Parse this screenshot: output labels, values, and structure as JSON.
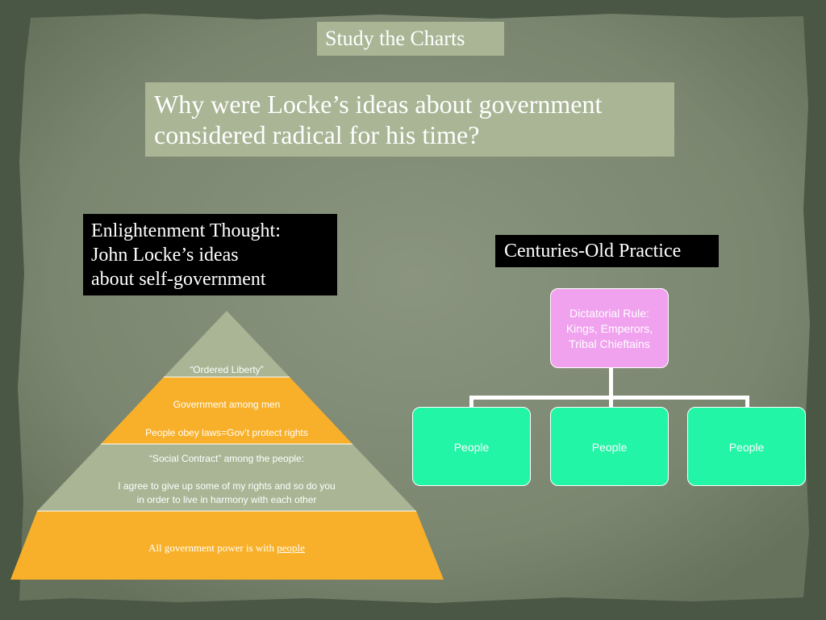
{
  "slide": {
    "title": "Study the Charts",
    "question_lines": [
      "Why were Locke’s ideas about government",
      "considered radical for his time?"
    ]
  },
  "locke_chart": {
    "heading_lines": [
      "Enlightenment Thought:",
      "John Locke’s ideas",
      "about self-government"
    ],
    "tier_1": "“Ordered Liberty”",
    "tier_2_line_1": "Government among men",
    "tier_2_line_2": "People obey laws=Gov’t protect rights",
    "tier_3_line_1": "“Social Contract” among the people:",
    "tier_3_line_2": "I agree to give up some of my rights and so do you",
    "tier_3_line_3": "in order to live in harmony with each other",
    "tier_4_prefix": "All government power is with ",
    "tier_4_emphasis": "people"
  },
  "practice_chart": {
    "heading": "Centuries-Old Practice",
    "ruler_lines": [
      "Dictatorial Rule:",
      "Kings, Emperors,",
      "Tribal Chieftains"
    ],
    "subjects": [
      "People",
      "People",
      "People"
    ]
  },
  "colors": {
    "background": "#4e5a48",
    "paper": "#7e8a74",
    "sage_box": "#a9b595",
    "pyramid_sage": "#a9b595",
    "pyramid_orange": "#f8b02a",
    "ruler_pink": "#f0a2ee",
    "people_green": "#22f5a6"
  }
}
